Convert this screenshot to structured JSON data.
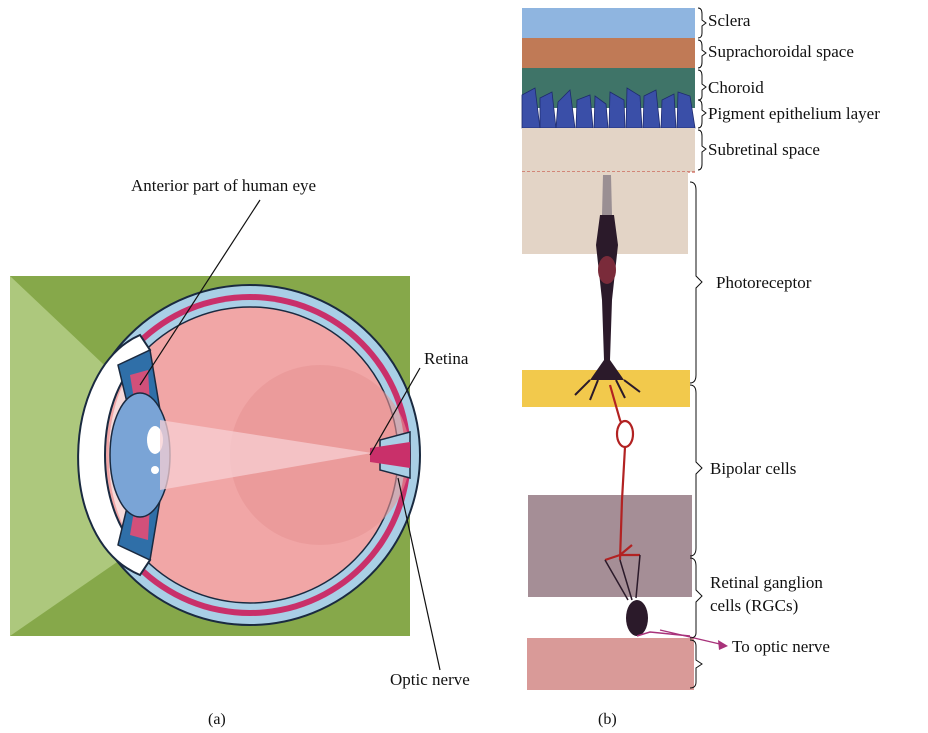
{
  "panel_a": {
    "caption": "(a)",
    "labels": {
      "anterior": "Anterior part of human eye",
      "retina": "Retina",
      "optic_nerve": "Optic nerve"
    },
    "colors": {
      "background": "#86a84a",
      "sclera": "#a9cfe6",
      "choroid_band": "#c9306a",
      "vitreous": "#f1a6a6",
      "lens": "#7aa4d6",
      "cornea": "#ffffff"
    }
  },
  "panel_b": {
    "caption": "(b)",
    "layers": [
      {
        "id": "sclera",
        "label": "Sclera",
        "color": "#8fb5e0"
      },
      {
        "id": "suprachoroidal",
        "label": "Suprachoroidal space",
        "color": "#c07a56"
      },
      {
        "id": "choroid",
        "label": "Choroid",
        "color": "#3f7468"
      },
      {
        "id": "pigment",
        "label": "Pigment epithelium layer",
        "color": "#3a4fa8"
      },
      {
        "id": "subretinal",
        "label": "Subretinal space",
        "color": "#e3d4c6"
      }
    ],
    "cells": [
      {
        "id": "photoreceptor",
        "label": "Photoreceptor"
      },
      {
        "id": "bipolar",
        "label": "Bipolar cells"
      },
      {
        "id": "rgc",
        "label_line1": "Retinal ganglion",
        "label_line2": "cells (RGCs)"
      }
    ],
    "output": {
      "label": "To optic nerve"
    },
    "colors": {
      "photoreceptor_bg": "#e3d4c6",
      "synapse_band": "#f2c94c",
      "rgc_bg": "#a58e96",
      "bottom_bg": "#d99a98",
      "neuron_dark": "#2b1a2a",
      "neuron_red": "#b22222",
      "arrow": "#a8327a"
    }
  }
}
